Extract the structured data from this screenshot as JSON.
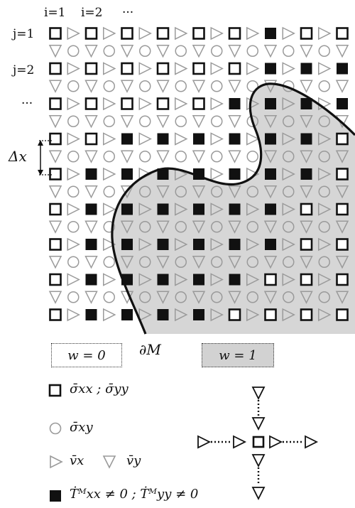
{
  "index_labels": {
    "i1": "i=1",
    "i2": "i=2",
    "i_more": "···",
    "j1": "j=1",
    "j2": "j=2",
    "j_more": "···"
  },
  "spacing_label": "Δx",
  "boundary_label": "∂M",
  "region_boxes": {
    "w0": "w = 0",
    "w1": "w = 1"
  },
  "legend": {
    "square_text": "σ̄xx ; σ̄yy",
    "circle_text": "σ̄xy",
    "tri_right_text": "v̄x",
    "tri_down_text": "v̄y",
    "filled_square_text": "Ṫᴹxx ≠ 0 ; Ṫᴹyy ≠ 0"
  },
  "colors": {
    "region_fill": "#d6d6d6",
    "grey_symbol": "#9a9a9a",
    "black": "#111111"
  },
  "grid": {
    "columns": 9,
    "rows": 9,
    "filled_cells": [
      [
        0,
        6
      ],
      [
        1,
        6
      ],
      [
        1,
        7
      ],
      [
        1,
        8
      ],
      [
        2,
        5
      ],
      [
        2,
        6
      ],
      [
        2,
        7
      ],
      [
        2,
        8
      ],
      [
        3,
        2
      ],
      [
        3,
        3
      ],
      [
        3,
        4
      ],
      [
        3,
        5
      ],
      [
        3,
        6
      ],
      [
        3,
        7
      ],
      [
        4,
        1
      ],
      [
        4,
        2
      ],
      [
        4,
        3
      ],
      [
        4,
        4
      ],
      [
        4,
        5
      ],
      [
        4,
        6
      ],
      [
        4,
        7
      ],
      [
        5,
        1
      ],
      [
        5,
        2
      ],
      [
        5,
        3
      ],
      [
        5,
        4
      ],
      [
        5,
        5
      ],
      [
        5,
        6
      ],
      [
        6,
        1
      ],
      [
        6,
        2
      ],
      [
        6,
        3
      ],
      [
        6,
        4
      ],
      [
        6,
        5
      ],
      [
        6,
        6
      ],
      [
        7,
        1
      ],
      [
        7,
        2
      ],
      [
        7,
        3
      ],
      [
        7,
        4
      ],
      [
        7,
        5
      ],
      [
        8,
        1
      ],
      [
        8,
        2
      ],
      [
        8,
        3
      ],
      [
        8,
        4
      ]
    ]
  }
}
